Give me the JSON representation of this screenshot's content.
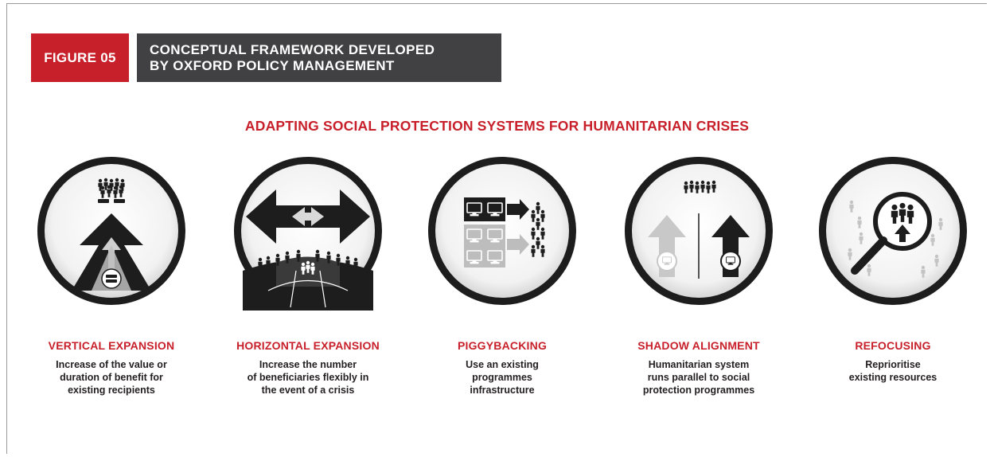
{
  "figure": {
    "label": "FIGURE 05",
    "title_line1": "CONCEPTUAL FRAMEWORK DEVELOPED",
    "title_line2": "BY OXFORD POLICY MANAGEMENT",
    "accent_color": "#c8202a",
    "dark_color": "#414042"
  },
  "main_title": "ADAPTING SOCIAL PROTECTION SYSTEMS FOR HUMANITARIAN CRISES",
  "items": [
    {
      "title": "VERTICAL EXPANSION",
      "desc": [
        "Increase of the value or",
        "duration of benefit for",
        "existing recipients"
      ],
      "icon": "vertical-expansion-icon"
    },
    {
      "title": "HORIZONTAL EXPANSION",
      "desc": [
        "Increase the number",
        "of beneficiaries flexibly in",
        "the event of a crisis"
      ],
      "icon": "horizontal-expansion-icon"
    },
    {
      "title": "PIGGYBACKING",
      "desc": [
        "Use an existing",
        "programmes",
        "infrastructure"
      ],
      "icon": "piggybacking-icon"
    },
    {
      "title": "SHADOW ALIGNMENT",
      "desc": [
        "Humanitarian system",
        "runs parallel to social",
        "protection programmes"
      ],
      "icon": "shadow-alignment-icon"
    },
    {
      "title": "REFOCUSING",
      "desc": [
        "Reprioritise",
        "existing resources"
      ],
      "icon": "refocusing-icon"
    }
  ]
}
